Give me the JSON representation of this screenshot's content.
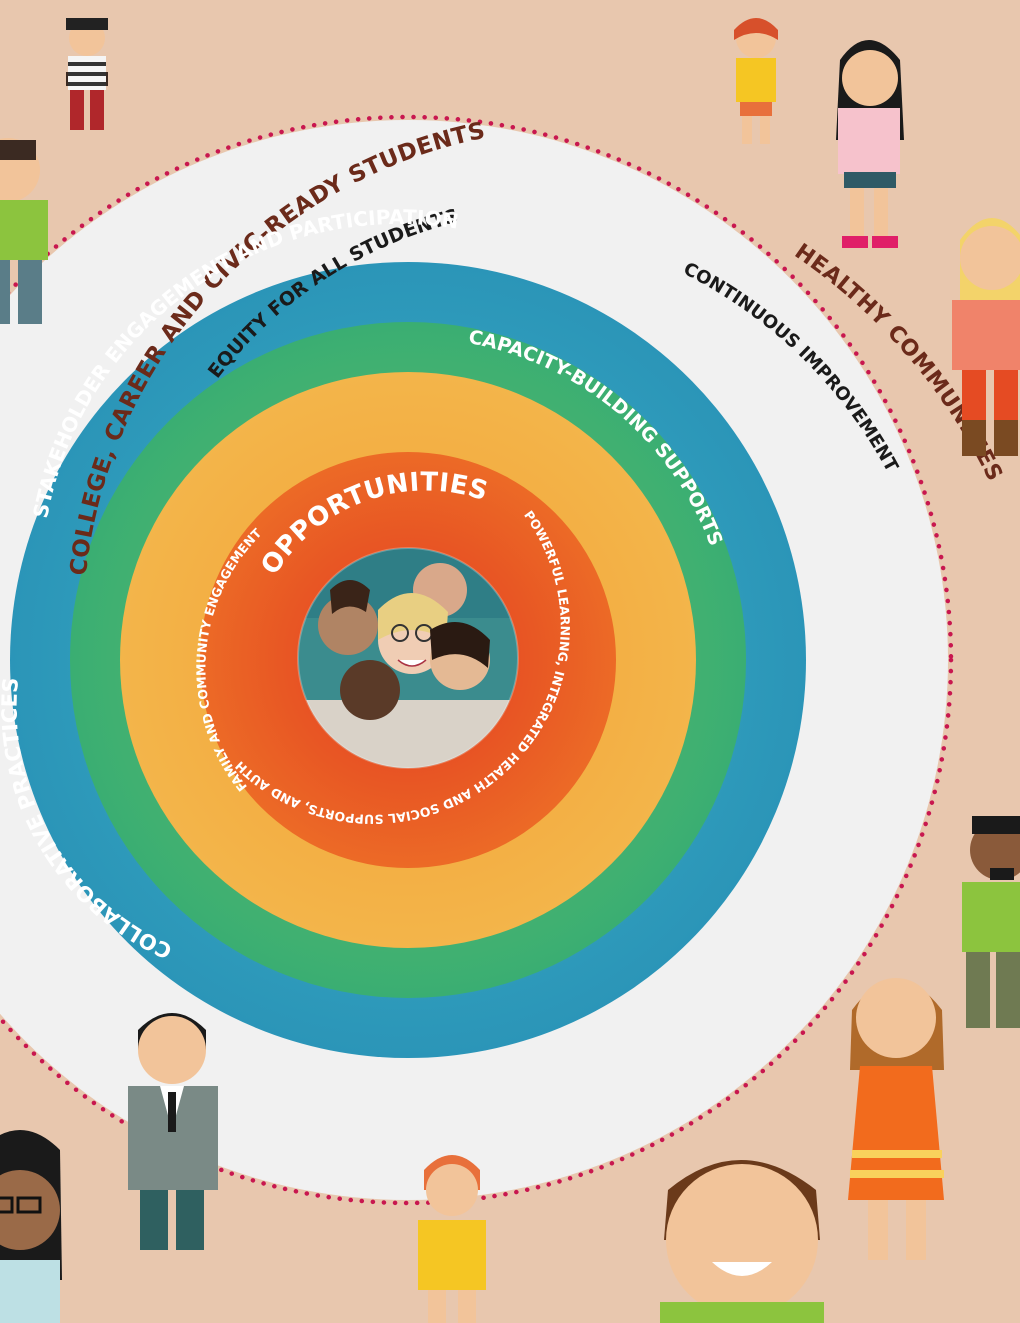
{
  "outer_labels": {
    "top": "COLLEGE, CAREER AND CIVIC-READY STUDENTS",
    "right": "HEALTHY COMMUNITIES"
  },
  "white_ring": {
    "top": "EQUITY FOR ALL STUDENTS",
    "right": "CONTINUOUS IMPROVEMENT"
  },
  "blue_ring": {
    "label": "STAKEHOLDER ENGAGEMENT AND PARTICIPATION"
  },
  "green_ring": {
    "label": "CAPACITY-BUILDING SUPPORTS"
  },
  "orange_ring": {
    "label": "COLLABORATIVE PRACTICES"
  },
  "red_ring": {
    "title": "OPPORTUNITIES",
    "right_text": "POWERFUL LEARNING, INTEGRATED HEALTH AND SOCIAL SUPPORTS, AND AUTHENTIC",
    "left_text": "FAMILY AND COMMUNITY ENGAGEMENT"
  },
  "colors": {
    "background": "#e8c7ae",
    "white_ring": "#f1f1f1",
    "dots": "#c8174f",
    "blue_ring": "#2f9fbb",
    "green_ring": "#52b56e",
    "orange_ring": "#f3a136",
    "red_ring": "#e54b23",
    "outer_text": "#6b2a1a"
  },
  "icons": {
    "center_photo": "group-of-students-photo",
    "people": "cartoon-person-icon"
  }
}
